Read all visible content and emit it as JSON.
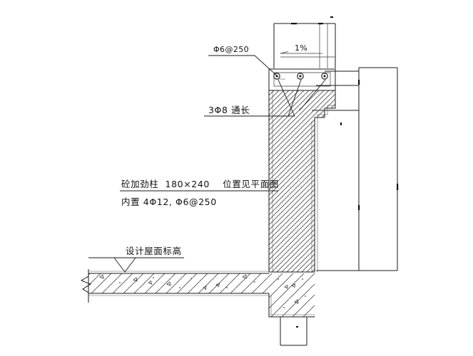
{
  "drawing": {
    "title": "Parapet / roof edge reinforced concrete detail",
    "type": "cad-section-detail",
    "background": "#ffffff",
    "line_color": "#1a1a1a"
  },
  "annotations": {
    "stirrup_label": "Φ6@250",
    "slope_label": "1%",
    "longitudinal_bar_label": "3Φ8 通长",
    "column_note_line1": "砼加劲柱  180×240    位置见平面图",
    "column_note_line2": "内置 4Φ12, Φ6@250",
    "roof_level_label": "设计屋面标高"
  },
  "components": {
    "parapet": "concrete-parapet-wall",
    "coping_beam": "top-tie-beam",
    "roof_slab": "roof-slab",
    "exterior_wall": "exterior-wall-elevation",
    "rebar_count_top": 3,
    "break_line": "slab-break-line"
  },
  "colors": {
    "line": "#1a1a1a",
    "hatch": "#555555",
    "paper": "#ffffff"
  }
}
